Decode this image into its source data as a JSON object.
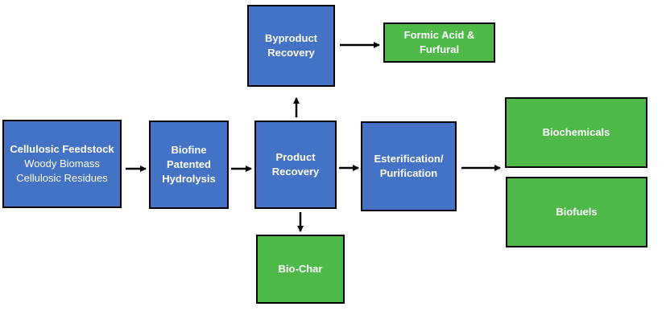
{
  "colors": {
    "process_box": "#4472C4",
    "output_box": "#4EB848",
    "border": "#000000",
    "text": "#ffffff",
    "arrow": "#000000"
  },
  "nodes": {
    "feedstock": {
      "line1": "Cellulosic Feedstock",
      "line2": "Woody Biomass",
      "line3": "Cellulosic Residues"
    },
    "hydrolysis": {
      "line1": "Biofine",
      "line2": "Patented",
      "line3": "Hydrolysis"
    },
    "product_recovery": {
      "line1": "Product",
      "line2": "Recovery"
    },
    "byproduct_recovery": {
      "line1": "Byproduct",
      "line2": "Recovery"
    },
    "formic_acid": {
      "line1": "Formic Acid &",
      "line2": "Furfural"
    },
    "esterification": {
      "line1": "Esterification/",
      "line2": "Purification"
    },
    "biochemicals": {
      "line1": "Biochemicals"
    },
    "biofuels": {
      "line1": "Biofuels"
    },
    "biochar": {
      "line1": "Bio-Char"
    }
  },
  "edges": [
    {
      "from": "feedstock",
      "to": "hydrolysis"
    },
    {
      "from": "hydrolysis",
      "to": "product_recovery"
    },
    {
      "from": "product_recovery",
      "to": "esterification"
    },
    {
      "from": "product_recovery",
      "to": "byproduct_recovery"
    },
    {
      "from": "product_recovery",
      "to": "biochar"
    },
    {
      "from": "byproduct_recovery",
      "to": "formic_acid"
    },
    {
      "from": "esterification",
      "to": "biochemicals"
    }
  ]
}
